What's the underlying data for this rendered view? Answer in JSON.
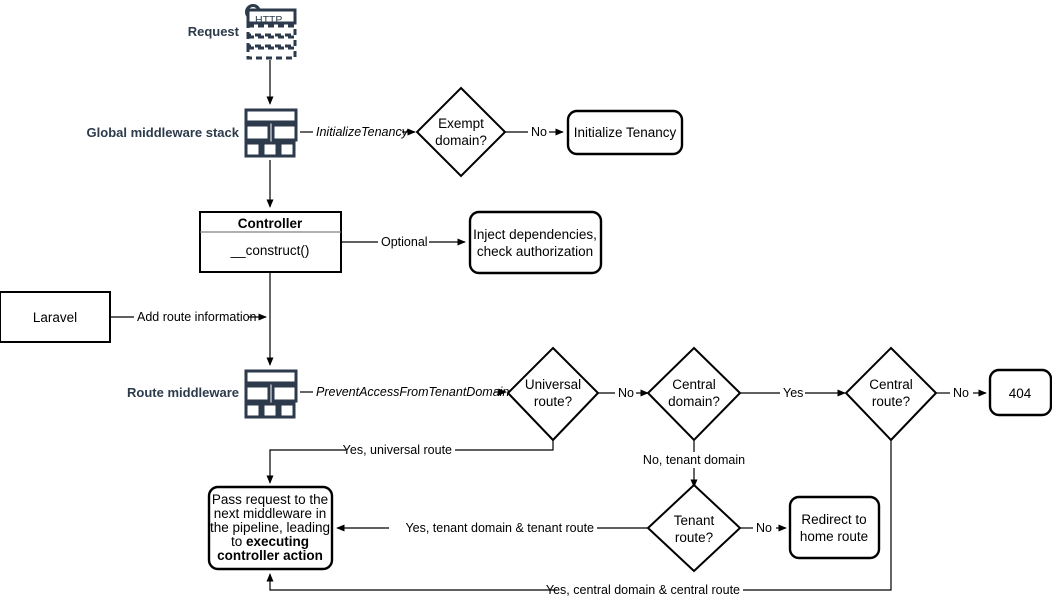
{
  "diagram": {
    "title": "Tenancy request lifecycle flowchart",
    "background": "#ffffff",
    "accent_icon_color": "#2c3a4b",
    "line_color": "#000000"
  },
  "side_labels": {
    "request": "Request",
    "global_middleware_stack": "Global middleware stack",
    "route_middleware": "Route middleware"
  },
  "icons": {
    "http_request": {
      "name": "http-request-icon",
      "text": "HTTP"
    },
    "middleware_stack": {
      "name": "middleware-stack-icon"
    }
  },
  "nodes": {
    "exempt_domain": {
      "label_line1": "Exempt",
      "label_line2": "domain?"
    },
    "initialize_tenancy": {
      "label": "Initialize Tenancy"
    },
    "controller": {
      "title": "Controller",
      "method": "__construct()"
    },
    "inject_dependencies": {
      "label_line1": "Inject dependencies,",
      "label_line2": "check authorization"
    },
    "laravel": {
      "label": "Laravel"
    },
    "universal_route": {
      "label_line1": "Universal",
      "label_line2": "route?"
    },
    "central_domain": {
      "label_line1": "Central",
      "label_line2": "domain?"
    },
    "central_route": {
      "label_line1": "Central",
      "label_line2": "route?"
    },
    "not_found": {
      "label": "404"
    },
    "tenant_route": {
      "label_line1": "Tenant",
      "label_line2": "route?"
    },
    "redirect_home": {
      "label_line1": "Redirect to",
      "label_line2": "home route"
    },
    "pass_request": {
      "line1": "Pass request to the",
      "line2": "next middleware in",
      "line3": "the pipeline, leading",
      "line4_plain": "to ",
      "line4_bold": "executing",
      "line5_bold": "controller action"
    }
  },
  "edges": {
    "initialize_tenancy_mw": "InitializeTenancy",
    "exempt_no": "No",
    "controller_optional": "Optional",
    "laravel_add_route": "Add route information",
    "prevent_access_mw": "PreventAccessFromTenantDomains",
    "universal_no": "No",
    "central_domain_yes": "Yes",
    "central_route_no": "No",
    "yes_universal_route": "Yes, universal route",
    "no_tenant_domain": "No, tenant domain",
    "tenant_route_no": "No",
    "yes_tenant_domain_tenant_route": "Yes, tenant domain & tenant route",
    "yes_central_domain_central_route": "Yes, central domain & central route"
  }
}
